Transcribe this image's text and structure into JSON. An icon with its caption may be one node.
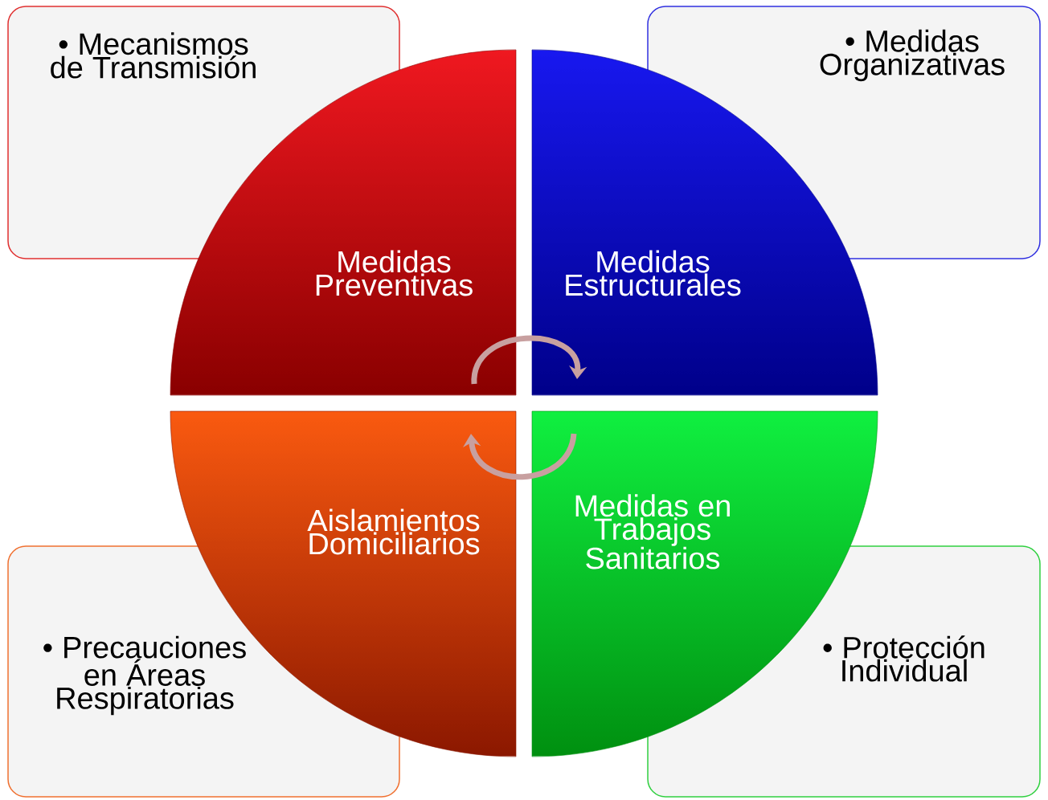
{
  "diagram": {
    "nodes": [
      {
        "text": [
          "• Mecanismos de Transmisión"
        ]
      },
      {
        "text": [
          "• Medidas Organizativas"
        ]
      },
      {
        "text": [
          "Medidas Preventivas"
        ]
      },
      {
        "text": [
          "Medidas Estructurales"
        ]
      },
      {
        "text": [
          "Aislamientos Domiciliarios"
        ]
      },
      {
        "text": [
          "Medidas en Trabajos Sanitarios"
        ]
      },
      {
        "text": [
          "• Precauciones en Áreas Respiratorias"
        ]
      },
      {
        "text": [
          "• Protección Individual"
        ]
      }
    ],
    "edges": [
      {
        "from": 2,
        "to": 3,
        "arrow": "to"
      },
      {
        "from": 5,
        "to": 4,
        "arrow": "to"
      }
    ]
  }
}
